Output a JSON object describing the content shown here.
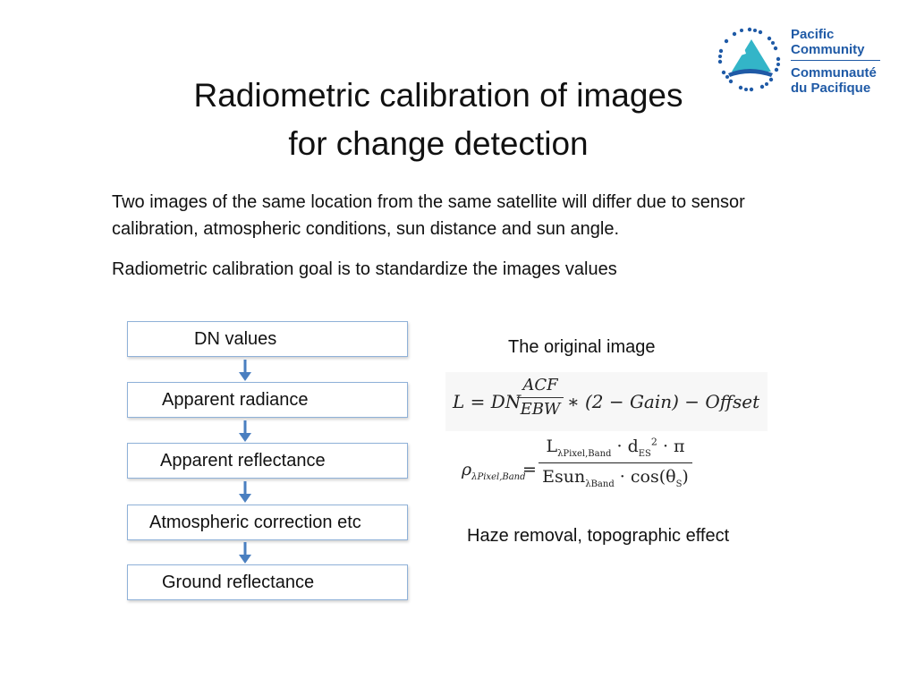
{
  "slide": {
    "title_line1": "Radiometric calibration of images",
    "title_line2": "for change detection",
    "paragraph1": "Two images of the same location from the same satellite will differ due to sensor calibration, atmospheric conditions, sun distance and sun angle.",
    "paragraph2": "Radiometric calibration goal is to standardize the images values"
  },
  "logo": {
    "line1": "Pacific",
    "line2": "Community",
    "line3": "Communauté",
    "line4": "du Pacifique",
    "color": "#1f5aa6"
  },
  "flow": {
    "steps": [
      "DN values",
      "Apparent radiance",
      "Apparent reflectance",
      "Atmospheric correction etc",
      "Ground reflectance"
    ],
    "arrow_color": "#4a7fc0"
  },
  "annotations": {
    "original_image": "The original image",
    "haze": "Haze removal, topographic effect"
  },
  "formulas": {
    "radiance": {
      "lhs": "L = DN",
      "numerator": "ACF",
      "denominator": "EBW",
      "rhs": "∗ (2 − Gain) − Offset"
    },
    "reflectance": {
      "lhs": "ρ",
      "lhs_sub": "λPixel,Band",
      "equals": "=",
      "num_L": "L",
      "num_L_sub": "λPixel,Band",
      "num_d": "· d",
      "num_d_sub": "ES",
      "num_d_sup": "2",
      "num_pi": "· π",
      "den_esun": "Esun",
      "den_esun_sub": "λBand",
      "den_cos": "· cos(θ",
      "den_cos_sub": "S",
      "den_close": ")"
    }
  }
}
